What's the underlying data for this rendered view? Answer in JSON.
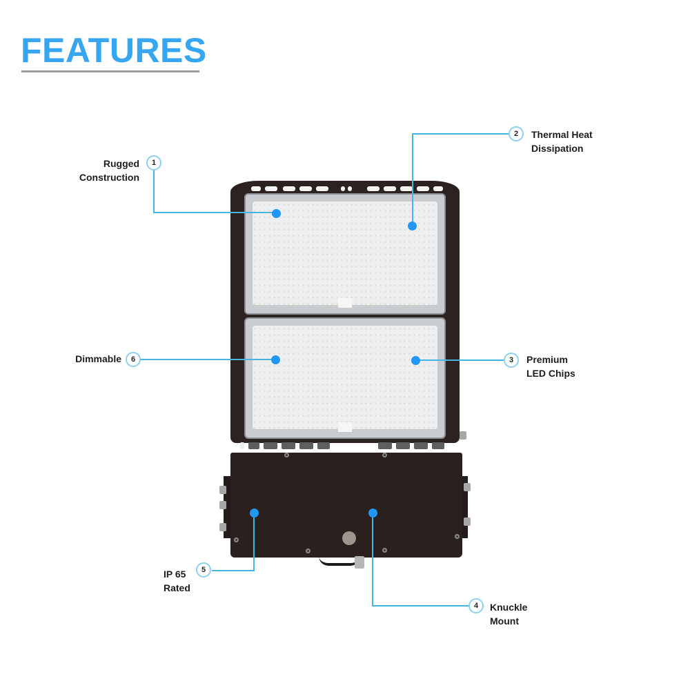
{
  "title": "FEATURES",
  "colors": {
    "title": "#37a6f0",
    "callout_line": "#45b5e3",
    "callout_dot": "#2196f3",
    "badge_border": "#8ed0ee",
    "fixture_body": "#2a211f"
  },
  "features": [
    {
      "number": "1",
      "line1": "Rugged",
      "line2": "Construction"
    },
    {
      "number": "2",
      "line1": "Thermal Heat",
      "line2": "Dissipation"
    },
    {
      "number": "3",
      "line1": "Premium",
      "line2": "LED Chips"
    },
    {
      "number": "4",
      "line1": "Knuckle",
      "line2": "Mount"
    },
    {
      "number": "5",
      "line1": "IP 65",
      "line2": "Rated"
    },
    {
      "number": "6",
      "line1": "Dimmable",
      "line2": ""
    }
  ]
}
